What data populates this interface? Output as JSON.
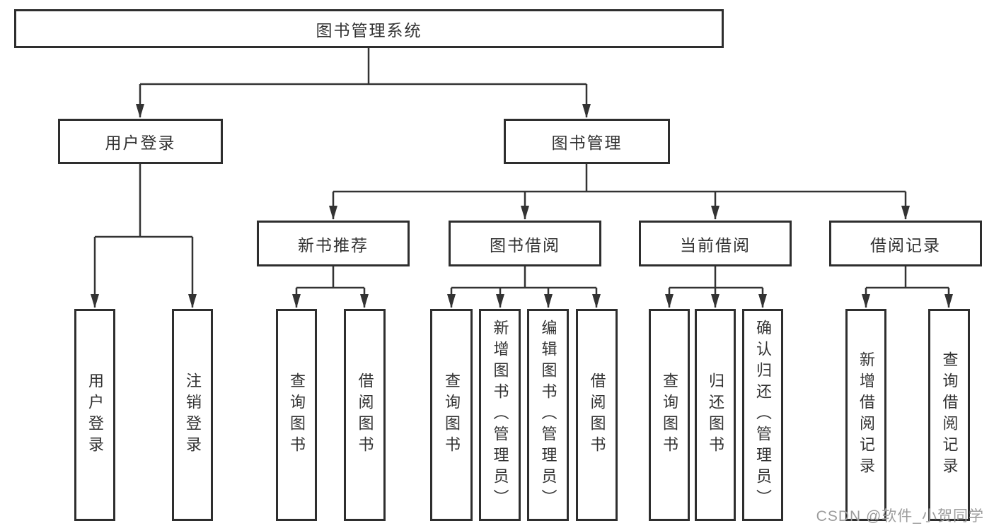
{
  "diagram": {
    "root": {
      "label": "图书管理系统"
    },
    "level2": [
      {
        "label": "用户登录",
        "children": [
          {
            "label": "用户登录"
          },
          {
            "label": "注销登录"
          }
        ]
      },
      {
        "label": "图书管理",
        "children": [
          {
            "label": "新书推荐",
            "children": [
              {
                "label": "查询图书"
              },
              {
                "label": "借阅图书"
              }
            ]
          },
          {
            "label": "图书借阅",
            "children": [
              {
                "label": "查询图书"
              },
              {
                "label": "新增图书（管理员）"
              },
              {
                "label": "编辑图书（管理员）"
              },
              {
                "label": "借阅图书"
              }
            ]
          },
          {
            "label": "当前借阅",
            "children": [
              {
                "label": "查询图书"
              },
              {
                "label": "归还图书"
              },
              {
                "label": "确认归还（管理员）"
              }
            ]
          },
          {
            "label": "借阅记录",
            "children": [
              {
                "label": "新增借阅记录"
              },
              {
                "label": "查询借阅记录"
              }
            ]
          }
        ]
      }
    ]
  },
  "watermark": "CSDN @软件_小贺同学",
  "colors": {
    "line": "#333333",
    "box_border": "#2e2e2e",
    "text": "#333333",
    "watermark": "#9c9c9c",
    "background": "#ffffff"
  }
}
